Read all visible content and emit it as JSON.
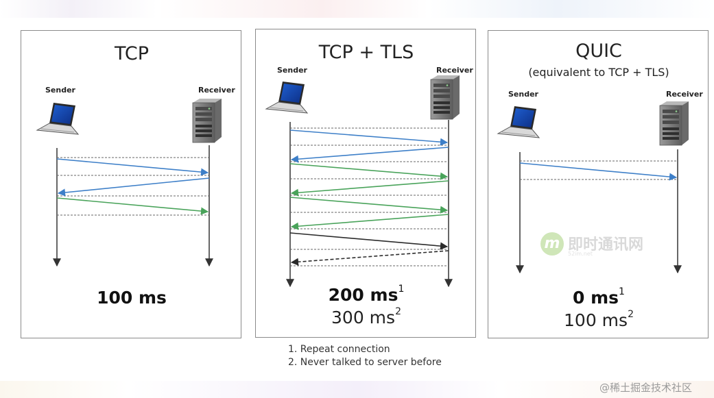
{
  "panels": [
    {
      "title": "TCP",
      "subtitle": "",
      "sender": "Sender",
      "receiver": "Receiver",
      "result_main": "100 ms",
      "result_main_sup": "",
      "result_second": "",
      "result_second_sup": ""
    },
    {
      "title": "TCP + TLS",
      "subtitle": "",
      "sender": "Sender",
      "receiver": "Receiver",
      "result_main": "200 ms",
      "result_main_sup": "1",
      "result_second": "300 ms",
      "result_second_sup": "2"
    },
    {
      "title": "QUIC",
      "subtitle": "(equivalent to TCP + TLS)",
      "sender": "Sender",
      "receiver": "Receiver",
      "result_main": "0 ms",
      "result_main_sup": "1",
      "result_second": "100 ms",
      "result_second_sup": "2"
    }
  ],
  "footnotes": [
    "1. Repeat connection",
    "2. Never talked to server before"
  ],
  "watermark": "@稀土掘金技术社区",
  "logo": {
    "mark": "m",
    "name": "即时通讯网",
    "tagline": "52im.net"
  },
  "colors": {
    "blue": "#3d7fc8",
    "green": "#49a35a",
    "black": "#2b2b2b",
    "panel_border": "#8a8a8a"
  }
}
